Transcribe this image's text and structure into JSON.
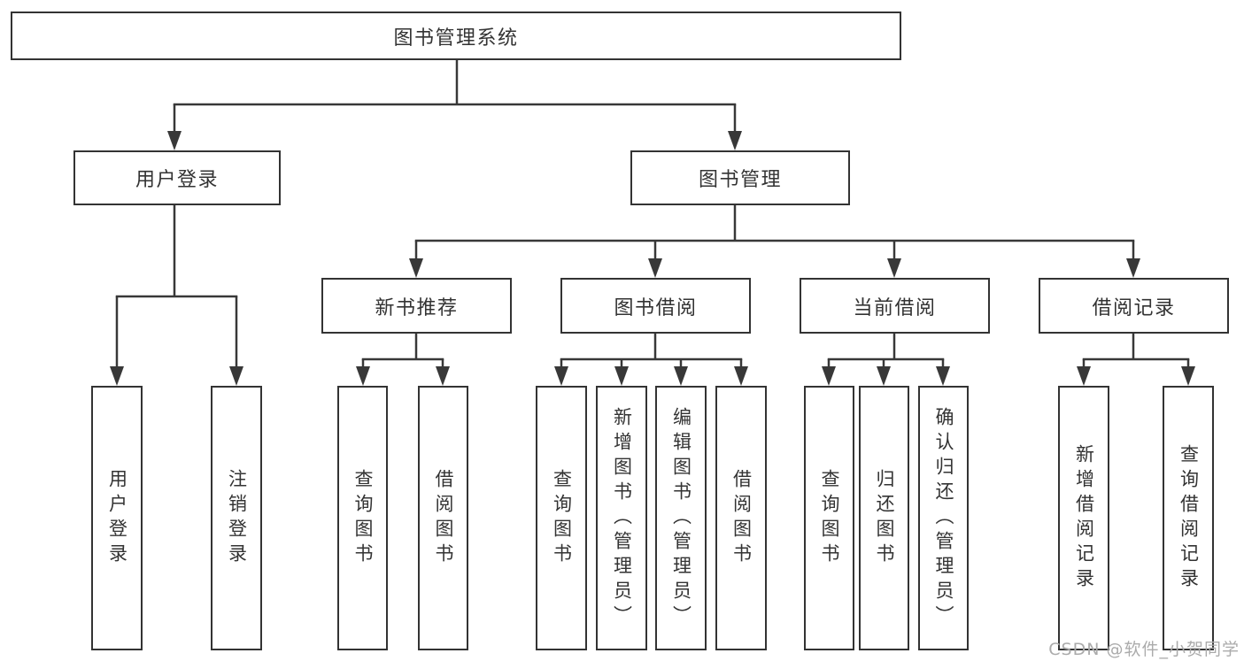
{
  "tree": {
    "root": "图书管理系统",
    "branches": [
      {
        "label": "用户登录",
        "children": [
          "用户登录",
          "注销登录"
        ]
      },
      {
        "label": "图书管理",
        "sections": [
          {
            "label": "新书推荐",
            "children": [
              "查询图书",
              "借阅图书"
            ]
          },
          {
            "label": "图书借阅",
            "children": [
              "查询图书",
              "新增图书（管理员）",
              "编辑图书（管理员）",
              "借阅图书"
            ]
          },
          {
            "label": "当前借阅",
            "children": [
              "查询图书",
              "归还图书",
              "确认归还（管理员）"
            ]
          },
          {
            "label": "借阅记录",
            "children": [
              "新增借阅记录",
              "查询借阅记录"
            ]
          }
        ]
      }
    ]
  },
  "watermark": "CSDN @软件_小贺同学",
  "colors": {
    "line": "#383838",
    "box_border": "#333333",
    "text": "#333333",
    "watermark_gray": "#ababab",
    "background": "#ffffff"
  }
}
